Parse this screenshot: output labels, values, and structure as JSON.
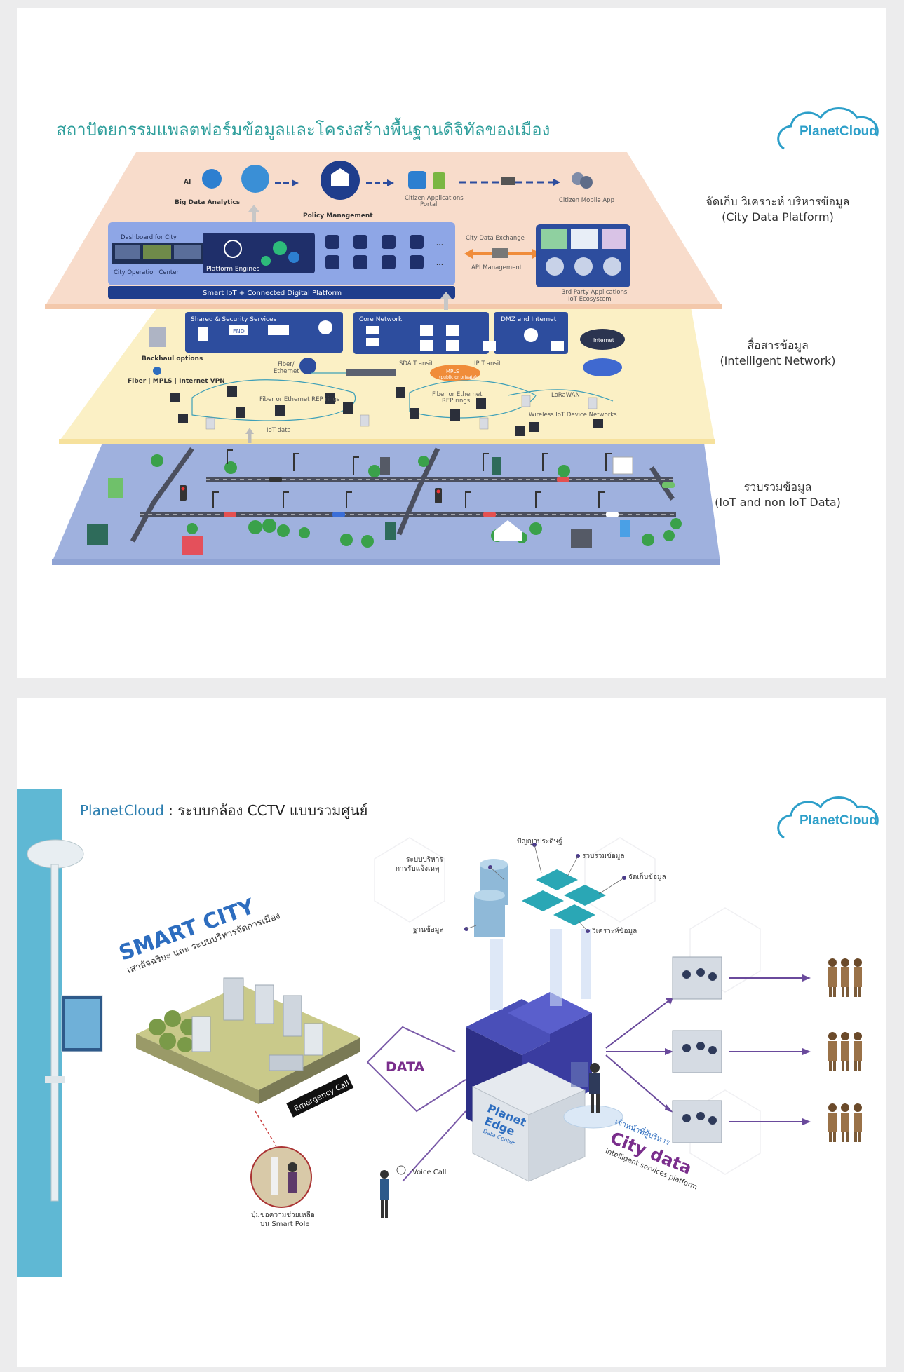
{
  "slide1": {
    "title": "สถาปัตยกรรมแพลตฟอร์มข้อมูลและโครงสร้างพื้นฐานดิจิทัลของเมือง",
    "logo": "PlanetCloud",
    "layers": [
      {
        "title": "จัดเก็บ วิเคราะห์ บริหารข้อมูล",
        "subtitle": "(City Data Platform)"
      },
      {
        "title": "สื่อสารข้อมูล",
        "subtitle": "(Intelligent Network)"
      },
      {
        "title": "รวบรวมข้อมูล",
        "subtitle": "(IoT and non IoT Data)"
      }
    ],
    "top": {
      "ai": "AI",
      "big_data": "Big Data Analytics",
      "policy": "Policy Management",
      "citizen_portal_1": "Citizen Applications",
      "citizen_portal_2": "Portal",
      "citizen_mobile": "Citizen Mobile App",
      "dashboard": "Dashboard for City",
      "operation_center": "City Operation Center",
      "platform_engines": "Platform Engines",
      "smart_iot": "Smart IoT + Connected Digital Platform",
      "city_data_exchange": "City Data Exchange",
      "api_mgmt": "API Management",
      "party_apps_1": "3rd Party Applications",
      "party_apps_2": "IoT Ecosystem",
      "more": "..."
    },
    "middle": {
      "shared_security": "Shared & Security Services",
      "fnd": "FND",
      "core_network": "Core Network",
      "dmz": "DMZ and Internet",
      "internet": "Internet",
      "backhaul": "Backhaul options",
      "backhaul_types": "Fiber | MPLS | Internet VPN",
      "fiber_ethernet_1": "Fiber/",
      "fiber_ethernet_2": "Ethernet",
      "sda_transit": "SDA Transit",
      "ip_transit": "IP Transit",
      "mpls": "MPLS",
      "mpls_sub": "(public or private)",
      "rep_rings_1": "Fiber or Ethernet REP rings",
      "rep_rings_2a": "Fiber or Ethernet",
      "rep_rings_2b": "REP rings",
      "lorawan": "LoRaWAN",
      "wireless_iot": "Wireless IoT Device Networks",
      "iot_data": "IoT data"
    }
  },
  "slide2": {
    "brand": "PlanetCloud",
    "title_rest": " : ระบบกล้อง CCTV แบบรวมศูนย์",
    "logo": "PlanetCloud",
    "smart_city": "SMART CITY",
    "smart_city_sub": "เสาอัจฉริยะ และ ระบบบริหารจัดการเมือง",
    "emergency": "Emergency Call",
    "data": "DATA",
    "help_button_1": "ปุ่มขอความช่วยเหลือ",
    "help_button_2": "บน Smart Pole",
    "voice_call": "Voice Call",
    "labels": {
      "ai": "ปัญญาประดิษฐ์",
      "incident_1": "ระบบบริหาร",
      "incident_2": "การรับแจ้งเหตุ",
      "collect": "รวบรวมข้อมูล",
      "store": "จัดเก็บข้อมูล",
      "database": "ฐานข้อมูล",
      "analyze": "วิเคราะห์ข้อมูล"
    },
    "edge_1": "Planet",
    "edge_2": "Edge",
    "edge_3": "Data Center",
    "officer": "เจ้าหน้าที่ผู้บริหาร",
    "city_data": "City data",
    "city_data_sub": "intelligent services platform"
  }
}
